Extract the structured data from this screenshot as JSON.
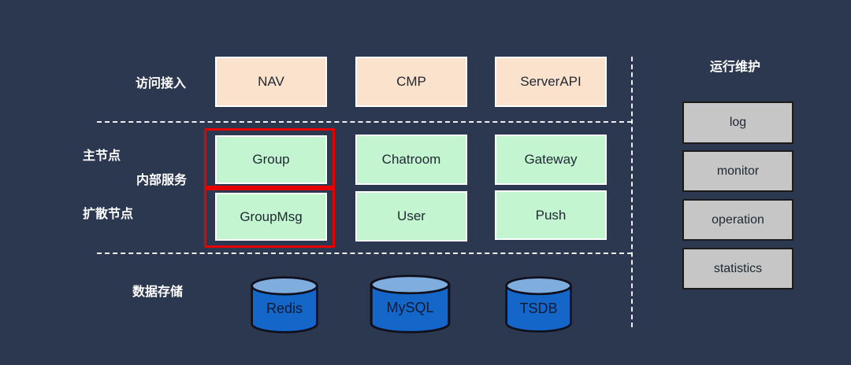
{
  "diagram": {
    "section_labels": {
      "access": "访问接入",
      "main_node": "主节点",
      "internal_service": "内部服务",
      "diffusion_node": "扩散节点",
      "data_storage": "数据存储",
      "ops": "运行维护"
    },
    "access_boxes": [
      "NAV",
      "CMP",
      "ServerAPI"
    ],
    "service_rows": {
      "main": [
        "Group",
        "Chatroom",
        "Gateway"
      ],
      "diffusion": [
        "GroupMsg",
        "User",
        "Push"
      ]
    },
    "highlighted_nodes": [
      "Group",
      "GroupMsg"
    ],
    "databases": [
      "Redis",
      "MySQL",
      "TSDB"
    ],
    "ops_boxes": [
      "log",
      "monitor",
      "operation",
      "statistics"
    ],
    "colors": {
      "background": "#2c3850",
      "access_box_fill": "#fbe2cd",
      "service_box_fill": "#c3f6d0",
      "ops_box_fill": "#c6c6c6",
      "highlight_border": "#e60000",
      "db_body_fill": "#1466c8",
      "db_top_fill": "#7fadde",
      "divider": "#ffffff",
      "box_text": "#1f2733",
      "label_text": "#ffffff"
    }
  }
}
